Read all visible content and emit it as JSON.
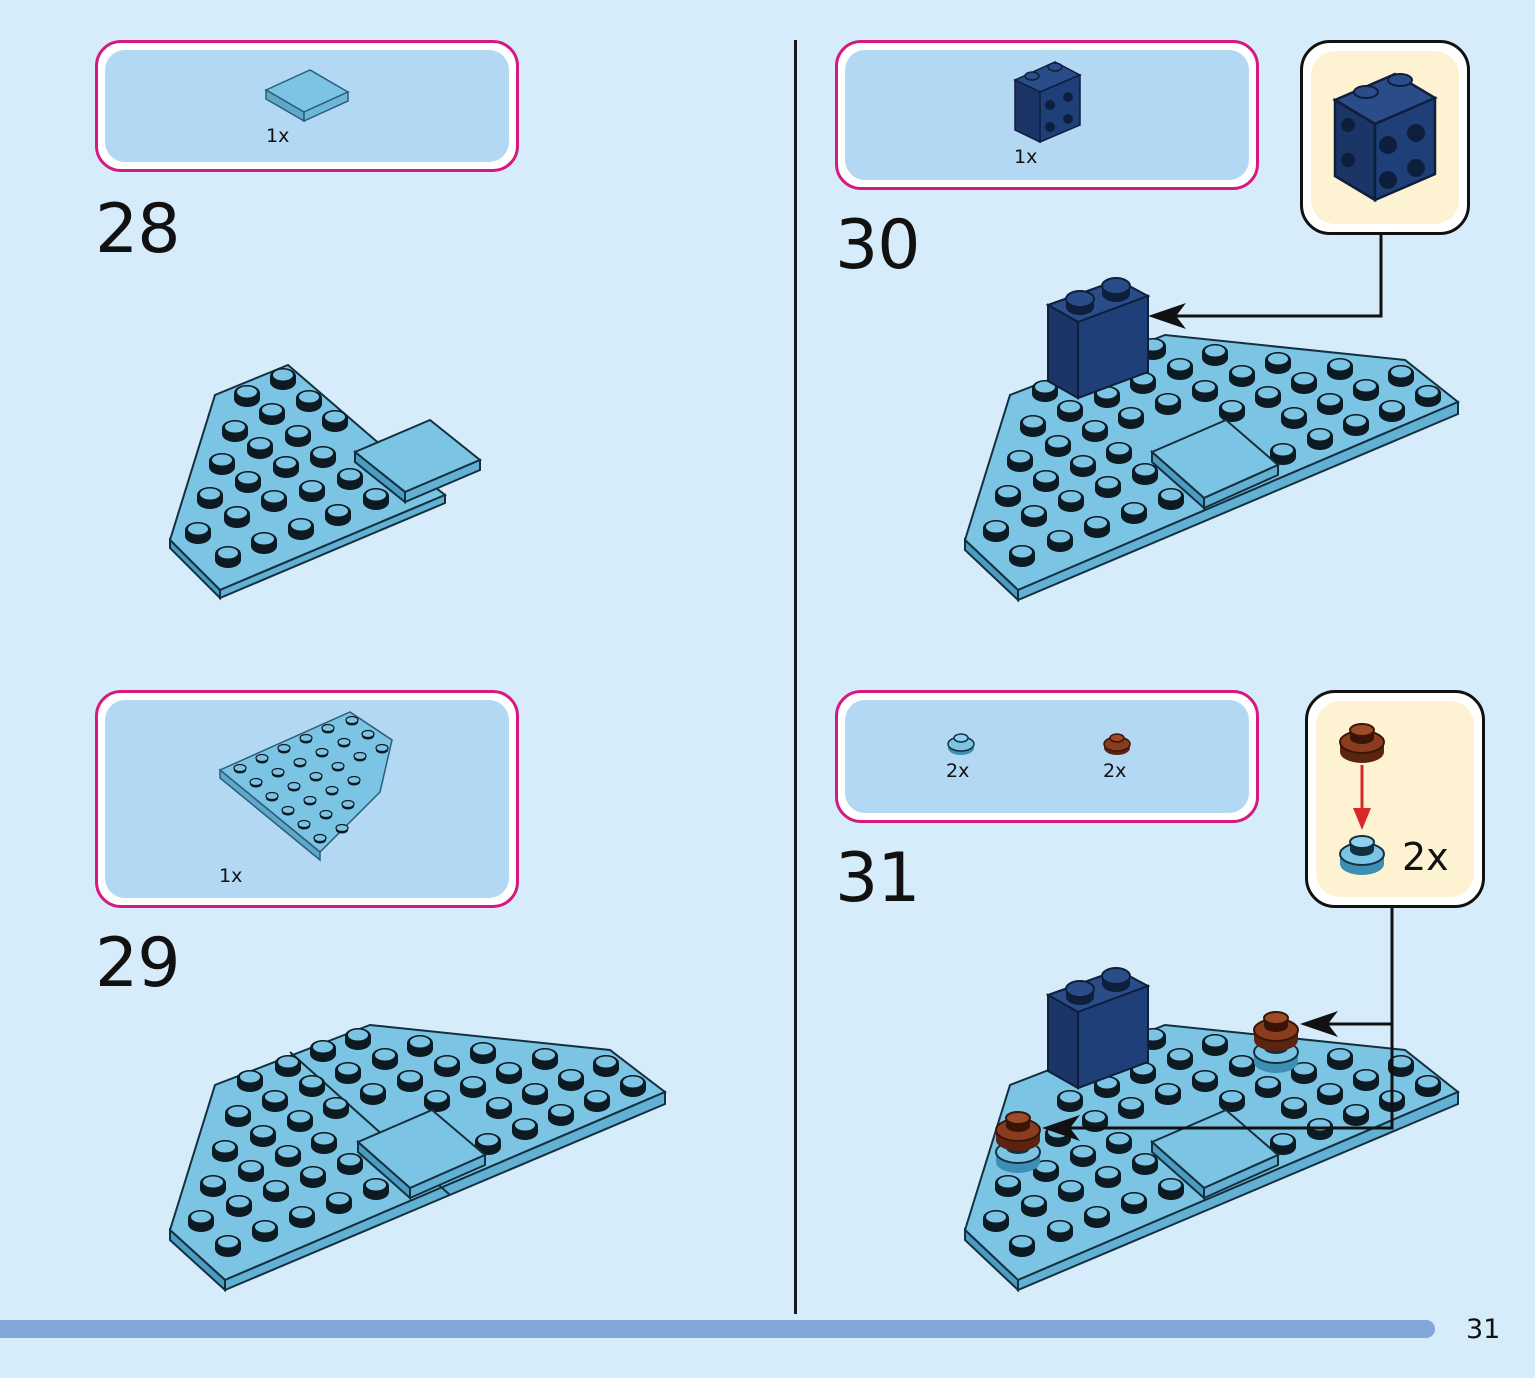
{
  "page": {
    "number": "31"
  },
  "steps": [
    {
      "number": "28",
      "parts": [
        {
          "qty": "1x",
          "part": "light-blue-tile-2x2"
        }
      ]
    },
    {
      "number": "29",
      "parts": [
        {
          "qty": "1x",
          "part": "light-blue-wedge-plate"
        }
      ]
    },
    {
      "number": "30",
      "parts": [
        {
          "qty": "1x",
          "part": "dark-blue-brick-with-studs-on-side"
        }
      ],
      "callout": {
        "part": "dark-blue-brick-with-studs-on-side"
      }
    },
    {
      "number": "31",
      "parts": [
        {
          "qty": "2x",
          "part": "light-blue-round-plate-1x1"
        },
        {
          "qty": "2x",
          "part": "brown-round-plate-1x1"
        }
      ],
      "callout": {
        "qty": "2x",
        "part": "brown-on-light-blue-round-plate"
      }
    }
  ],
  "colors": {
    "background": "#d6ecfb",
    "parts_box_border": "#d6197e",
    "parts_box_fill": "#b3d8f4",
    "callout_fill": "#fdf3d3",
    "light_blue_piece": "#7cc4e4",
    "dark_blue_piece": "#1f3f78",
    "brown_piece": "#8a3d1e",
    "progress_bar": "#82a6da",
    "assembly_arrow": "#d62a2a"
  },
  "icons": [
    "tile-icon",
    "wedge-plate-icon",
    "brick-icon",
    "round-plate-icon",
    "arrow-icon"
  ]
}
